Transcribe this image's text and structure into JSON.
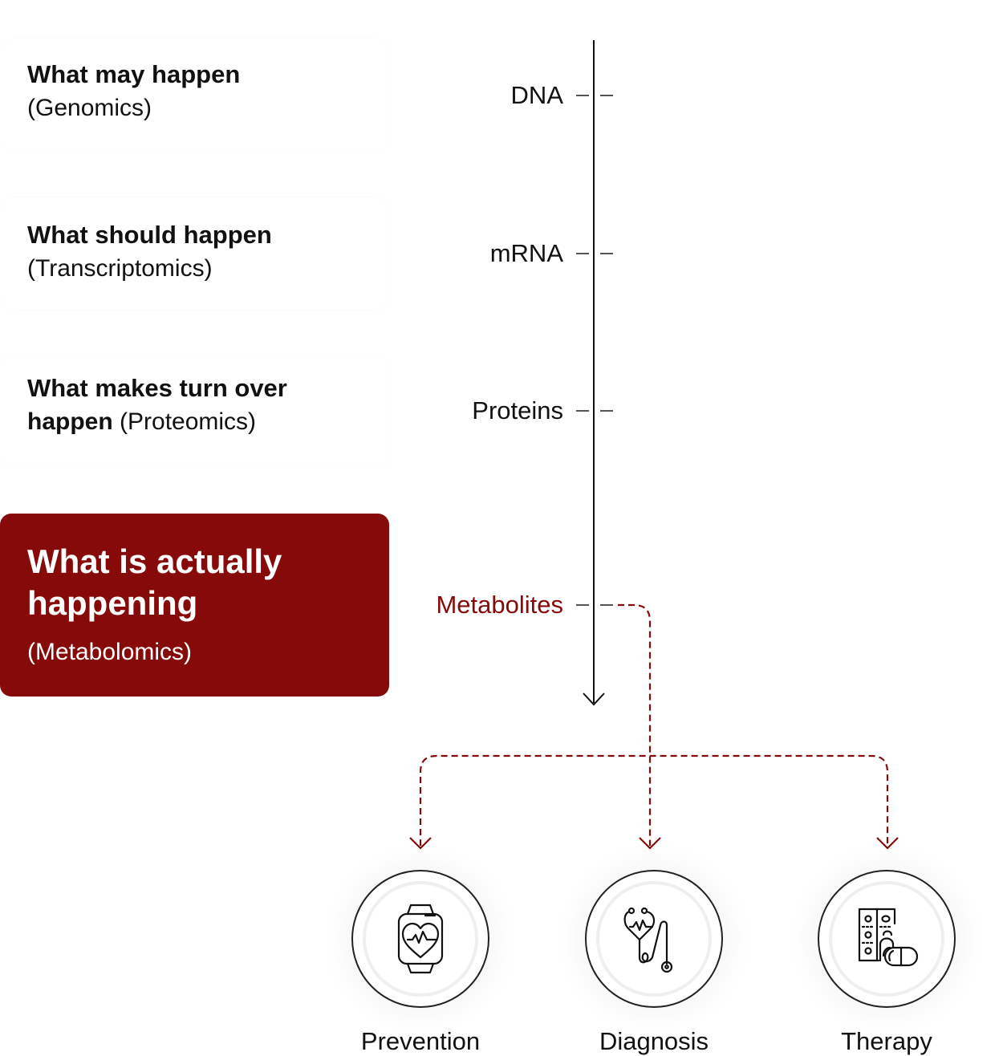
{
  "cards": [
    {
      "title": "What may happen",
      "subtitle": "(Genomics)"
    },
    {
      "title": "What should happen",
      "subtitle": "(Transcriptomics)"
    },
    {
      "title_line1": "What makes turn over",
      "title_line2": "happen",
      "subtitle": "(Proteomics)"
    },
    {
      "title_line1": "What is actually",
      "title_line2": "happening",
      "subtitle": "(Metabolomics)",
      "active": true
    }
  ],
  "levels": [
    {
      "label": "DNA"
    },
    {
      "label": "mRNA"
    },
    {
      "label": "Proteins"
    },
    {
      "label": "Metabolites",
      "highlight": true
    }
  ],
  "outcomes": [
    {
      "label": "Prevention",
      "icon": "smartwatch-heart-icon"
    },
    {
      "label": "Diagnosis",
      "icon": "stethoscope-icon"
    },
    {
      "label": "Therapy",
      "icon": "pills-icon"
    }
  ],
  "colors": {
    "accent": "#870a0a",
    "axis": "#111111",
    "tick": "#555555",
    "text": "#111111"
  }
}
